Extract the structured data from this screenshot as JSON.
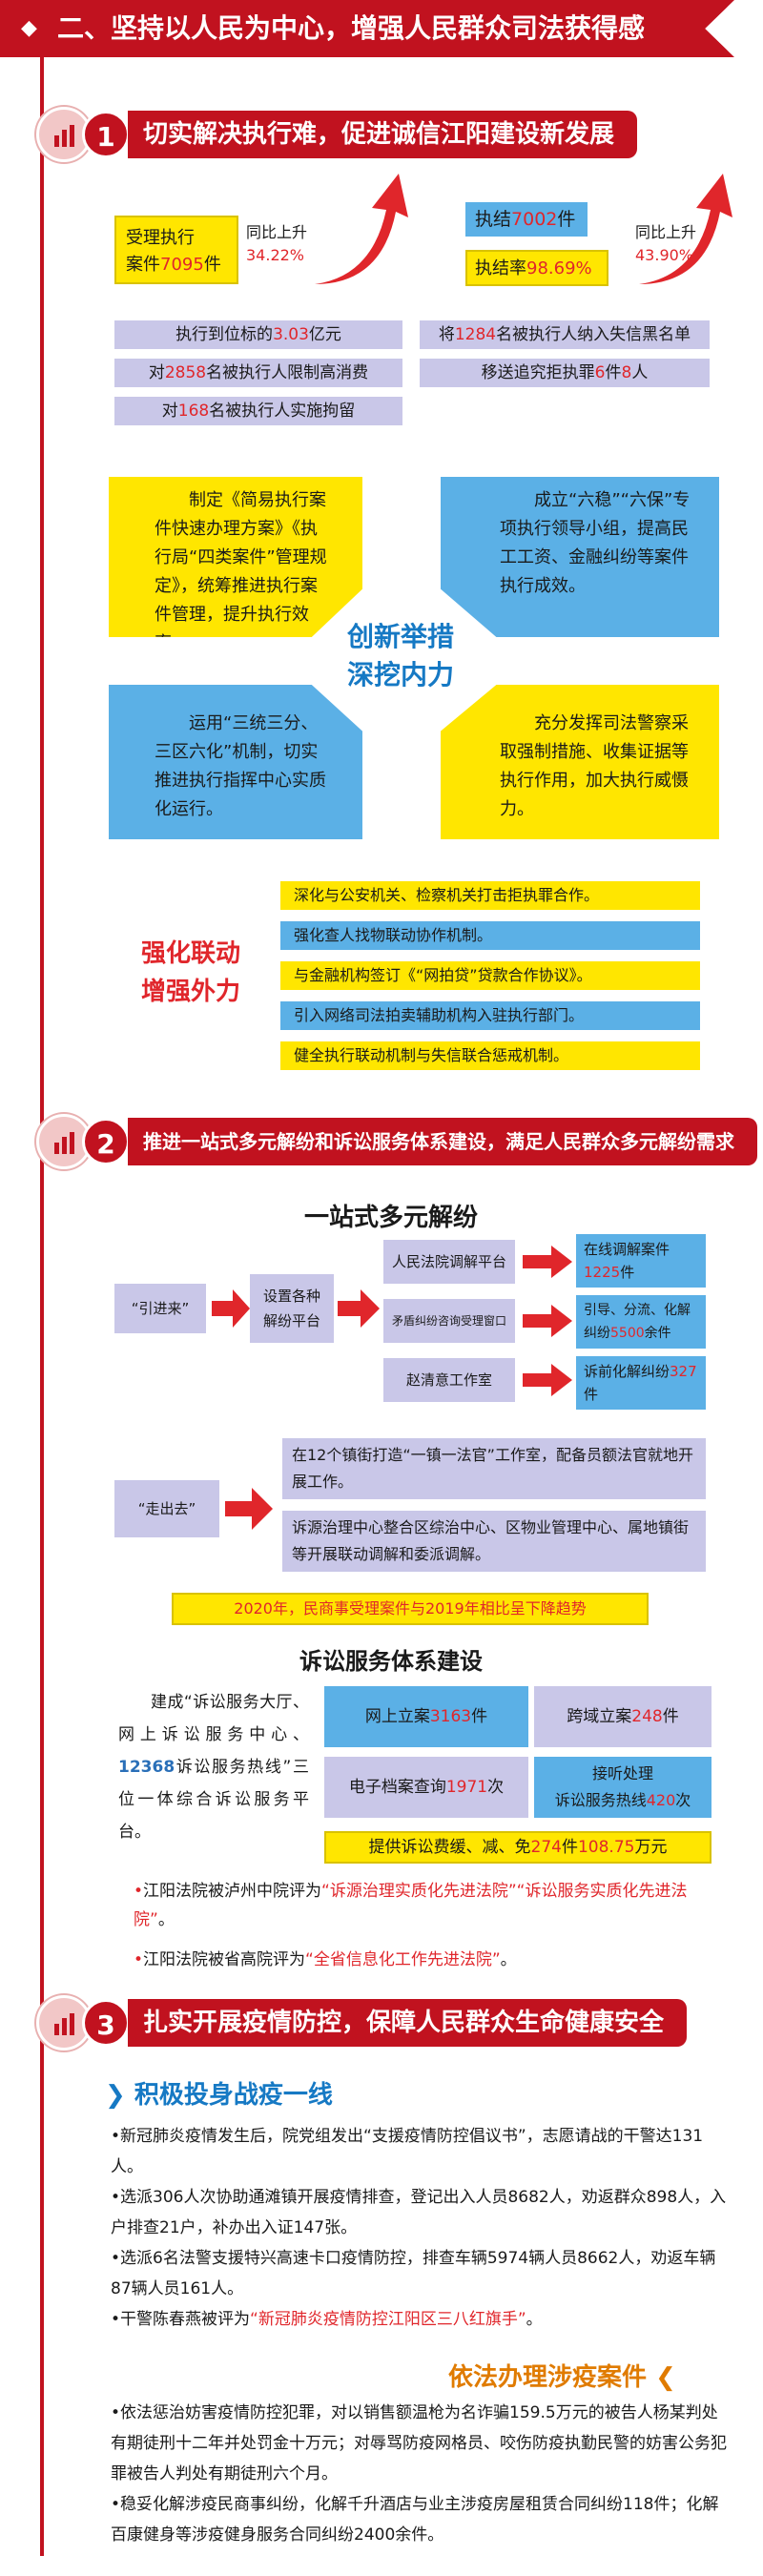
{
  "banner": "二、坚持以人民为中心，增强人民群众司法获得感",
  "sec1": {
    "num": "1",
    "title": "切实解决执行难，促进诚信江阳建设新发展",
    "accept_label": "受理执行",
    "accept_value_pre": "案件",
    "accept_value": "7095",
    "accept_unit": "件",
    "yoy_label_1": "同比上升",
    "yoy_value_1": "34.22%",
    "closed_label": "执结",
    "closed_value": "7002",
    "closed_unit": "件",
    "rate_label": "执结率",
    "rate_value": "98.69%",
    "yoy_label_2": "同比上升",
    "yoy_value_2": "43.90%",
    "facts": [
      {
        "pre": "执行到位标的",
        "val": "3.03",
        "post": "亿元"
      },
      {
        "pre": "将",
        "val": "1284",
        "post": "名被执行人纳入失信黑名单"
      },
      {
        "pre": "对",
        "val": "2858",
        "post": "名被执行人限制高消费"
      },
      {
        "pre": "移送追究拒执罪",
        "val": "6",
        "post": "件",
        "val2": "8",
        "post2": "人"
      },
      {
        "pre": "对",
        "val": "168",
        "post": "名被执行人实施拘留"
      }
    ],
    "quad_tl": "制定《简易执行案件快速办理方案》《执行局“四类案件”管理规定》，统筹推进执行案件管理，提升执行效率。",
    "quad_tr": "成立“六稳”“六保”专项执行领导小组，提高民工工资、金融纠纷等案件执行成效。",
    "quad_bl": "运用“三统三分、三区六化”机制，切实推进执行指挥中心实质化运行。",
    "quad_br": "充分发挥司法警察采取强制措施、收集证据等执行作用，加大执行威慑力。",
    "center_1": "创新举措",
    "center_2": "深挖内力",
    "link_title_1": "强化联动",
    "link_title_2": "增强外力",
    "links": [
      "深化与公安机关、检察机关打击拒执罪合作。",
      "强化查人找物联动协作机制。",
      "与金融机构签订《“网拍贷”贷款合作协议》。",
      "引入网络司法拍卖辅助机构入驻执行部门。",
      "健全执行联动机制与失信联合惩戒机制。"
    ]
  },
  "sec2": {
    "num": "2",
    "title": "推进一站式多元解纷和诉讼服务体系建设，满足人民群众多元解纷需求",
    "sub1": "一站式多元解纷",
    "yinjinlai": "“引进来”",
    "platform": "设置各种解纷平台",
    "p1": "人民法院调解平台",
    "p2": "矛盾纠纷咨询受理窗口",
    "p3": "赵清意工作室",
    "r1_pre": "在线调解案件",
    "r1_val": "1225",
    "r1_post": "件",
    "r2_pre": "引导、分流、化解纠纷",
    "r2_val": "5500",
    "r2_post": "余件",
    "r3_pre": "诉前化解纠纷",
    "r3_val": "327",
    "r3_post": "件",
    "zouchuqu": "“走出去”",
    "z1": "在12个镇街打造“一镇一法官”工作室，配备员额法官就地开展工作。",
    "z2": "诉源治理中心整合区综治中心、区物业管理中心、属地镇街等开展联动调解和委派调解。",
    "trend": "2020年，民商事受理案件与2019年相比呈下降趋势",
    "sub2": "诉讼服务体系建设",
    "svc_text_1": "建成“诉讼服务大厅、网上诉讼服务中心、",
    "svc_hotline": "12368",
    "svc_text_2": "诉讼服务热线”三位一体综合诉讼服务平台。",
    "s1_pre": "网上立案",
    "s1_val": "3163",
    "s1_post": "件",
    "s2_pre": "跨域立案",
    "s2_val": "248",
    "s2_post": "件",
    "s3_pre": "电子档案查询",
    "s3_val": "1971",
    "s3_post": "次",
    "s4_line1": "接听处理",
    "s4_pre": "诉讼服务热线",
    "s4_val": "420",
    "s4_post": "次",
    "fee_pre": "提供诉讼费缓、减、免",
    "fee_val": "274",
    "fee_mid": "件",
    "fee_val2": "108.75",
    "fee_post": "万元",
    "honor1_pre": "江阳法院被泸州中院评为",
    "honor1_a": "“诉源治理实质化先进法院”",
    "honor1_b": "“诉讼服务实质化先进法院”",
    "honor1_post": "。",
    "honor2_pre": "江阳法院被省高院评为",
    "honor2_a": "“全省信息化工作先进法院”",
    "honor2_post": "。"
  },
  "sec3": {
    "num": "3",
    "title": "扎实开展疫情防控，保障人民群众生命健康安全",
    "sub1": "积极投身战疫一线",
    "p1": "•新冠肺炎疫情发生后，院党组发出“支援疫情防控倡议书”，志愿请战的干警达131人。",
    "p2": "•选派306人次协助通滩镇开展疫情排查，登记出入人员8682人，劝返群众898人，入户排查21户，补办出入证147张。",
    "p3": "•选派6名法警支援特兴高速卡口疫情防控，排查车辆5974辆人员8662人，劝返车辆87辆人员161人。",
    "p4_pre": "•干警陈春燕被评为",
    "p4_red": "“新冠肺炎疫情防控江阳区三八红旗手”",
    "p4_post": "。",
    "sub2": "依法办理涉疫案件",
    "q1": "•依法惩治妨害疫情防控犯罪，对以销售额温枪为名诈骗159.5万元的被告人杨某判处有期徒刑十二年并处罚金十万元；对辱骂防疫网格员、咬伤防疫执勤民警的妨害公务犯罪被告人判处有期徒刑六个月。",
    "q2": "•稳妥化解涉疫民商事纠纷，化解千升酒店与业主涉疫房屋租赁合同纠纷118件；化解百康健身等涉疫健身服务合同纠纷2400余件。"
  },
  "colors": {
    "red": "#c1121f",
    "yellow": "#ffe600",
    "lavender": "#c9c7e8",
    "blue": "#5bb0e6"
  }
}
